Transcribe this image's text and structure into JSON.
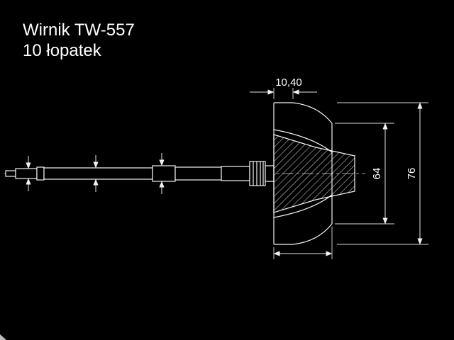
{
  "title": {
    "line1": "Wirnik TW-557",
    "line2": "10 łopatek"
  },
  "dimensions": {
    "flange_width": "10,40",
    "inducer_diameter": "64",
    "outer_diameter": "76"
  },
  "colors": {
    "background": "#000000",
    "line": "#ffffff"
  }
}
